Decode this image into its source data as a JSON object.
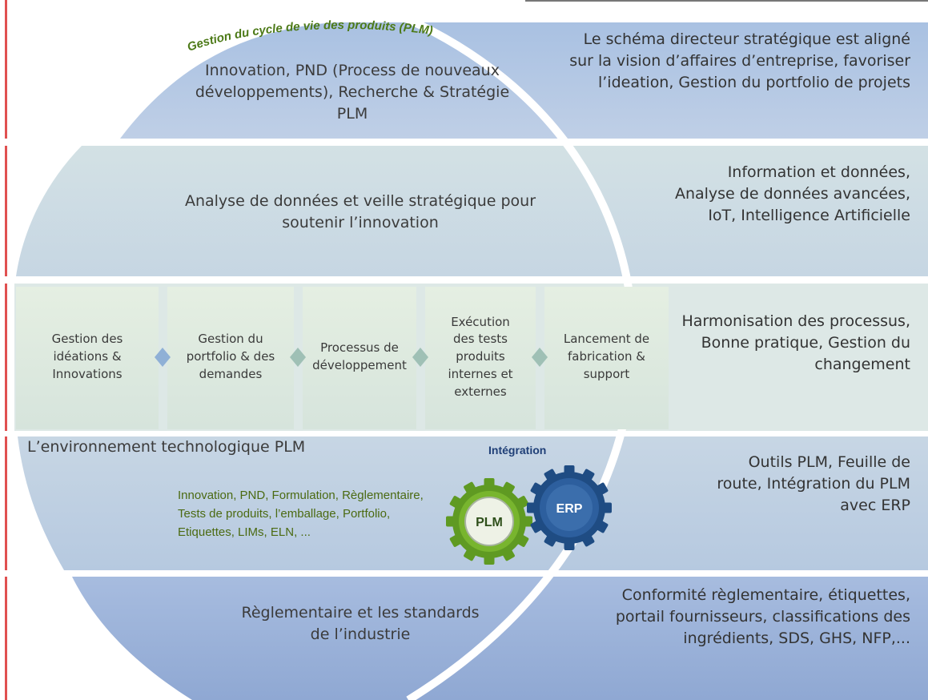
{
  "arc_title": "Gestion du cycle de vie des produits (PLM)",
  "bands": [
    {
      "id": "strategy",
      "text": "Innovation, PND  (Process de nouveaux développements), Recherche & Stratégie PLM",
      "side": "Le schéma directeur stratégique est aligné sur la vision d’affaires d’entreprise, favoriser l’ideation, Gestion du portfolio de projets"
    },
    {
      "id": "analytics",
      "text": "Analyse de données et veille stratégique pour soutenir l’innovation",
      "side": "Information et données, Analyse de données avancées, IoT, Intelligence  Artificielle"
    },
    {
      "id": "process",
      "side": "Harmonisation des processus, Bonne pratique, Gestion du changement"
    },
    {
      "id": "technology",
      "title": "L’environnement technologique  PLM",
      "side": "Outils PLM, Feuille de route, Intégration du PLM avec ERP"
    },
    {
      "id": "regulatory",
      "text": "Règlementaire et les standards de l’industrie",
      "side": "Conformité règlementaire, étiquettes, portail fournisseurs, classifications des ingrédients,  SDS, GHS, NFP,..."
    }
  ],
  "process_steps": [
    "Gestion des idéations & Innovations",
    "Gestion du portfolio & des demandes",
    "Processus de développement",
    "Exécution des tests produits internes et externes",
    "Lancement de fabrication & support"
  ],
  "plm_modules": "Innovation, PND, Formulation, Règlementaire, Tests de produits, l’emballage, Portfolio, Etiquettes, LIMs, ELN, ...",
  "integration": {
    "label": "Intégration",
    "gear_left": "PLM",
    "gear_right": "ERP"
  },
  "colors": {
    "band_top": "#a4bddf",
    "band_mid": "#d7e4e0",
    "band_tech": "#c2d2e0",
    "band_bottom": "#9db3d9",
    "step_box": "#e0ebdf",
    "diamond": "#8fb0d6",
    "gear_green": "#5f9a22",
    "gear_blue": "#1f4c83",
    "arc_title": "#4d7a18",
    "integration_text": "#1f3f77",
    "divider": "#ffffff"
  }
}
